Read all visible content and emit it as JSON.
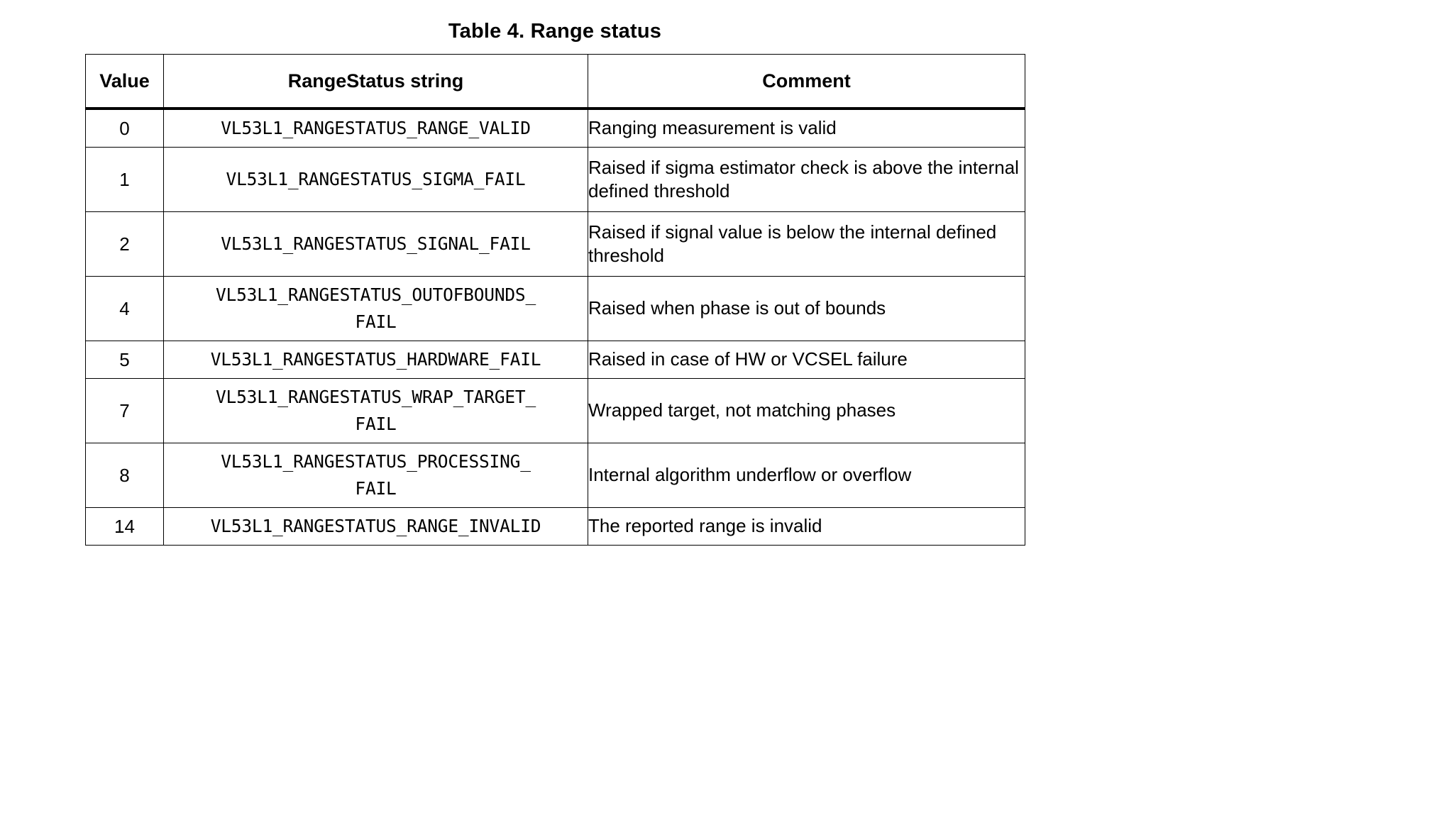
{
  "document": {
    "title": "Table 4. Range status",
    "background_color": "#ffffff",
    "text_color": "#000000"
  },
  "table": {
    "columns": [
      {
        "key": "value",
        "header": "Value"
      },
      {
        "key": "string",
        "header": "RangeStatus string"
      },
      {
        "key": "comment",
        "header": "Comment"
      }
    ],
    "rows": [
      {
        "value": "0",
        "string": "VL53L1_RANGESTATUS_RANGE_VALID",
        "comment": "Ranging measurement is valid",
        "height": "short"
      },
      {
        "value": "1",
        "string": "VL53L1_RANGESTATUS_SIGMA_FAIL",
        "comment": "Raised if sigma estimator check is above the internal defined threshold",
        "height": "tall"
      },
      {
        "value": "2",
        "string": "VL53L1_RANGESTATUS_SIGNAL_FAIL",
        "comment": "Raised if signal value is below the internal defined threshold",
        "height": "tall"
      },
      {
        "value": "4",
        "string": "VL53L1_RANGESTATUS_OUTOFBOUNDS_\nFAIL",
        "comment": "Raised when phase is out of bounds",
        "height": "tall"
      },
      {
        "value": "5",
        "string": "VL53L1_RANGESTATUS_HARDWARE_FAIL",
        "comment": "Raised in case of HW or VCSEL failure",
        "height": "short"
      },
      {
        "value": "7",
        "string": "VL53L1_RANGESTATUS_WRAP_TARGET_\nFAIL",
        "comment": "Wrapped target, not matching phases",
        "height": "tall"
      },
      {
        "value": "8",
        "string": "VL53L1_RANGESTATUS_PROCESSING_\nFAIL",
        "comment": "Internal algorithm underflow or overflow",
        "height": "tall"
      },
      {
        "value": "14",
        "string": "VL53L1_RANGESTATUS_RANGE_INVALID",
        "comment": "The reported range is invalid",
        "height": "short"
      }
    ]
  }
}
